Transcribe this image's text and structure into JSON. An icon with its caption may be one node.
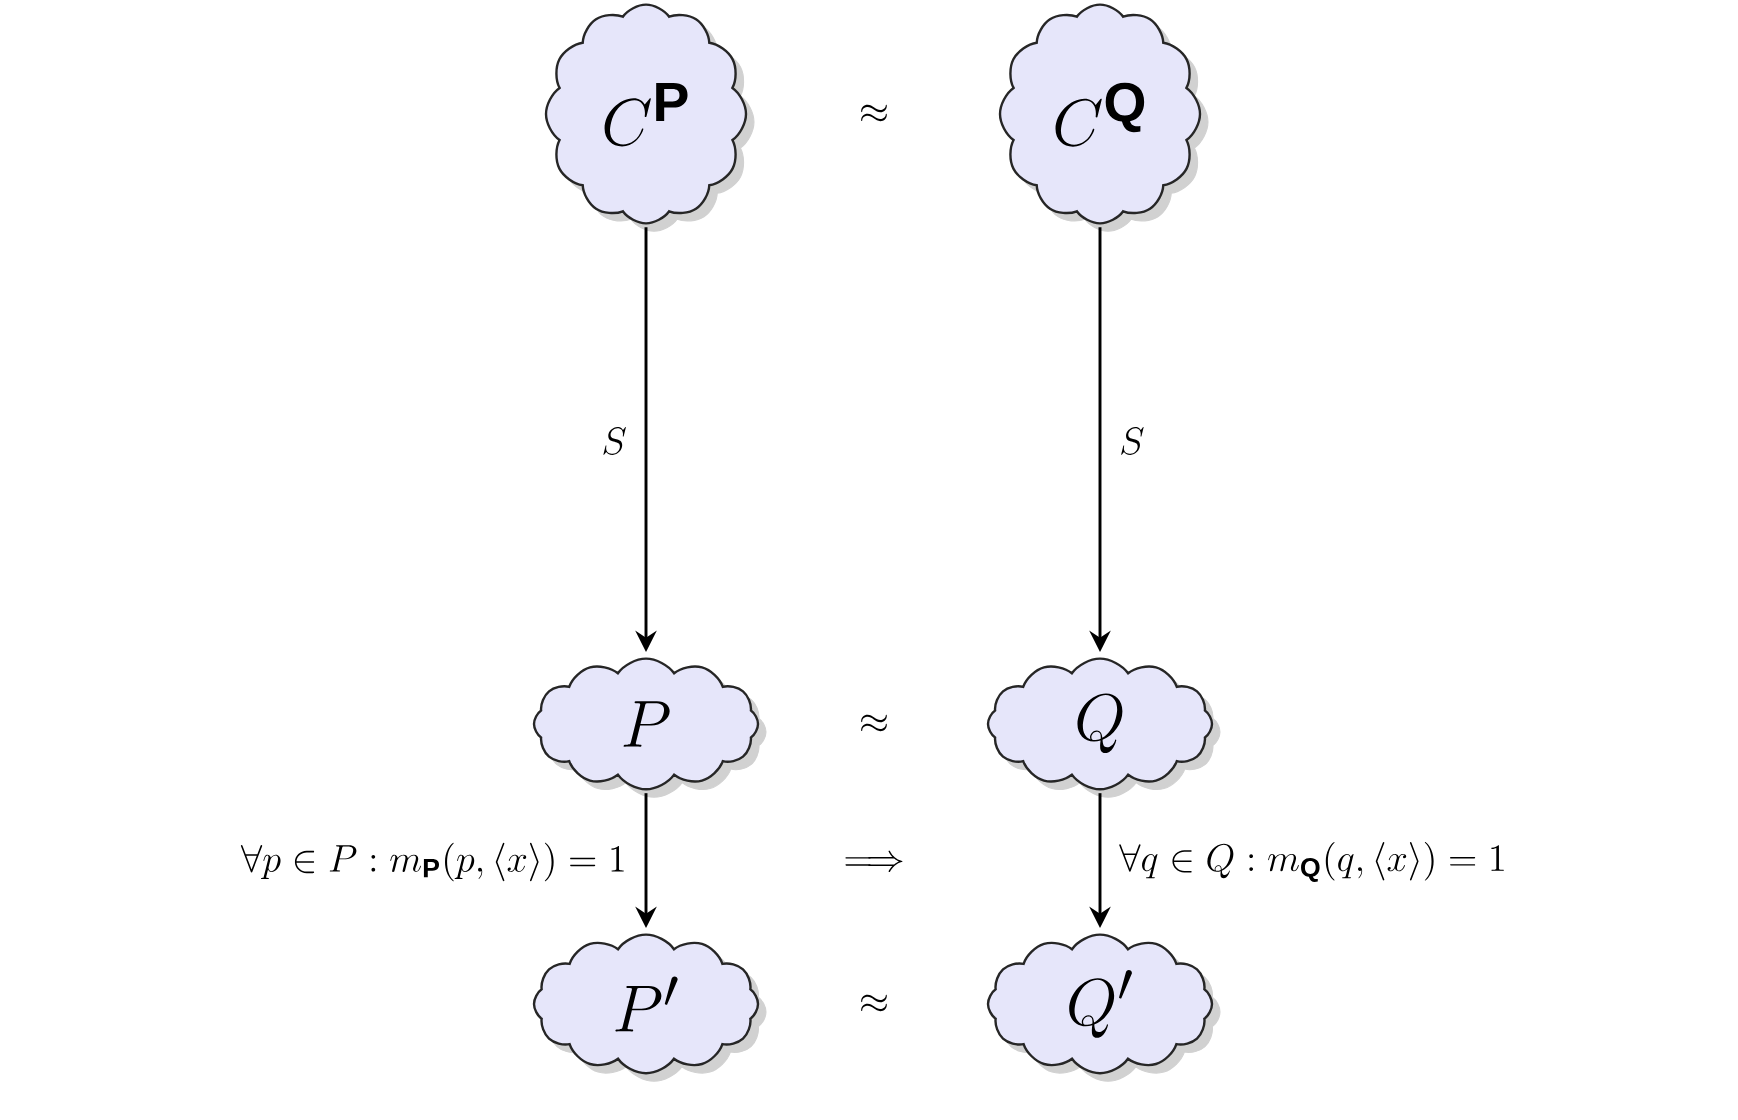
{
  "diagram": {
    "nodes": [
      {
        "text": [
          "C^{\\mathbf{P}}"
        ]
      },
      {
        "text": [
          "C^{\\mathbf{Q}}"
        ]
      },
      {
        "text": [
          "P"
        ]
      },
      {
        "text": [
          "Q"
        ]
      },
      {
        "text": [
          "P'"
        ]
      },
      {
        "text": [
          "Q'"
        ]
      }
    ],
    "edges": [
      {
        "from": 0,
        "to": 2,
        "arrow": "to",
        "label": "S"
      },
      {
        "from": 1,
        "to": 3,
        "arrow": "to",
        "label": "S"
      },
      {
        "from": 2,
        "to": 4,
        "arrow": "to",
        "label": "\\forall p\\in P : m_{\\mathbf{P}}(p,\\langle x\\rangle)=1"
      },
      {
        "from": 3,
        "to": 5,
        "arrow": "to",
        "label": "\\forall q\\in Q : m_{\\mathbf{Q}}(q,\\langle x\\rangle)=1"
      }
    ],
    "labels": [
      "\\approx",
      "\\approx",
      "\\Longrightarrow",
      "\\approx"
    ]
  }
}
